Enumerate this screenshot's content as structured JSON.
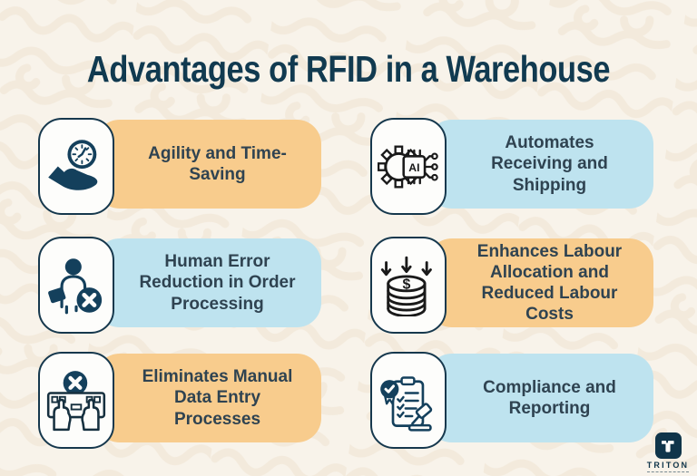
{
  "title": "Advantages of RFID in a Warehouse",
  "colors": {
    "background": "#F8F3EA",
    "pattern": "#EFE3D1",
    "title": "#113A50",
    "orange": "#F8CC8D",
    "blue": "#BEE3EF",
    "pill_text": "#2F4351",
    "icon_navy": "#14405C",
    "icon_black": "#1A1A1A",
    "tile_border": "#16384D"
  },
  "cards": [
    {
      "icon": "hand-clock-icon",
      "pill": "orange",
      "label": "Agility and Time-\nSaving"
    },
    {
      "icon": "ai-chip-gear-icon",
      "pill": "blue",
      "label": "Automates\nReceiving and\nShipping"
    },
    {
      "icon": "person-error-icon",
      "pill": "blue",
      "label": "Human Error\nReduction in Order\nProcessing"
    },
    {
      "icon": "coins-down-arrows-icon",
      "pill": "orange",
      "label": "Enhances Labour\nAllocation and\nReduced Labour\nCosts"
    },
    {
      "icon": "keyboard-x-icon",
      "pill": "orange",
      "label": "Eliminates Manual\nData Entry\nProcesses"
    },
    {
      "icon": "clipboard-gavel-icon",
      "pill": "blue",
      "label": "Compliance and\nReporting"
    }
  ],
  "logo": {
    "name": "TRITON"
  }
}
